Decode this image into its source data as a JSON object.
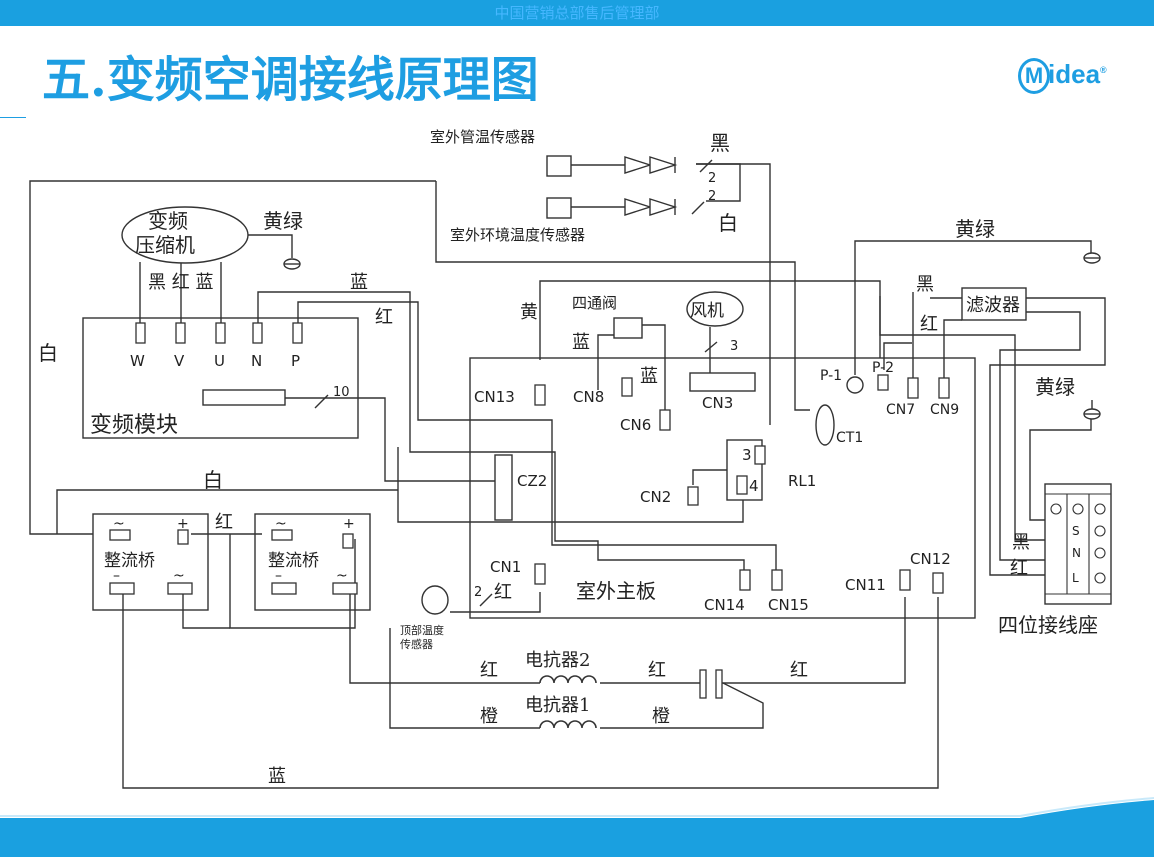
{
  "header": {
    "org": "中国营销总部售后管理部"
  },
  "title": "五.变频空调接线原理图",
  "logo": {
    "brand": "idea",
    "mark": "M"
  },
  "colors": {
    "accent": "#1e9ee2",
    "bar": "#1aa0e0",
    "line": "#333333"
  },
  "labels": {
    "outdoor_pipe_sensor": "室外管温传感器",
    "black": "黑",
    "two_a": "2",
    "two_b": "2",
    "white": "白",
    "ambient_sensor": "室外环境温度传感器",
    "yellow_green": "黄绿",
    "compressor_l1": "变频",
    "compressor_l2": "压缩机",
    "wire_colors_comp": "黑 红 蓝",
    "blue": "蓝",
    "red": "红",
    "yellow": "黄",
    "four_way_valve": "四通阀",
    "fan": "风机",
    "three": "3",
    "filter": "滤波器",
    "pin_w": "W",
    "pin_v": "V",
    "pin_u": "U",
    "pin_n": "N",
    "pin_p": "P",
    "ten": "10",
    "inverter_module": "变频模块",
    "cn13": "CN13",
    "cn8": "CN8",
    "cn6": "CN6",
    "cn3": "CN3",
    "p1": "P-1",
    "p2": "P-2",
    "cn7": "CN7",
    "cn9": "CN9",
    "ct1": "CT1",
    "cz2": "CZ2",
    "cn2": "CN2",
    "rl1": "RL1",
    "rl_3": "3",
    "rl_4": "4",
    "rectifier": "整流桥",
    "cn1": "CN1",
    "outdoor_board": "室外主板",
    "cn14": "CN14",
    "cn15": "CN15",
    "cn11": "CN11",
    "cn12": "CN12",
    "top_sensor_l1": "顶部温度",
    "top_sensor_l2": "传感器",
    "reactor2": "电抗器2",
    "reactor1": "电抗器1",
    "orange": "橙",
    "terminal_block": "四位接线座",
    "term_s": "S",
    "term_n": "N",
    "term_l": "L"
  }
}
